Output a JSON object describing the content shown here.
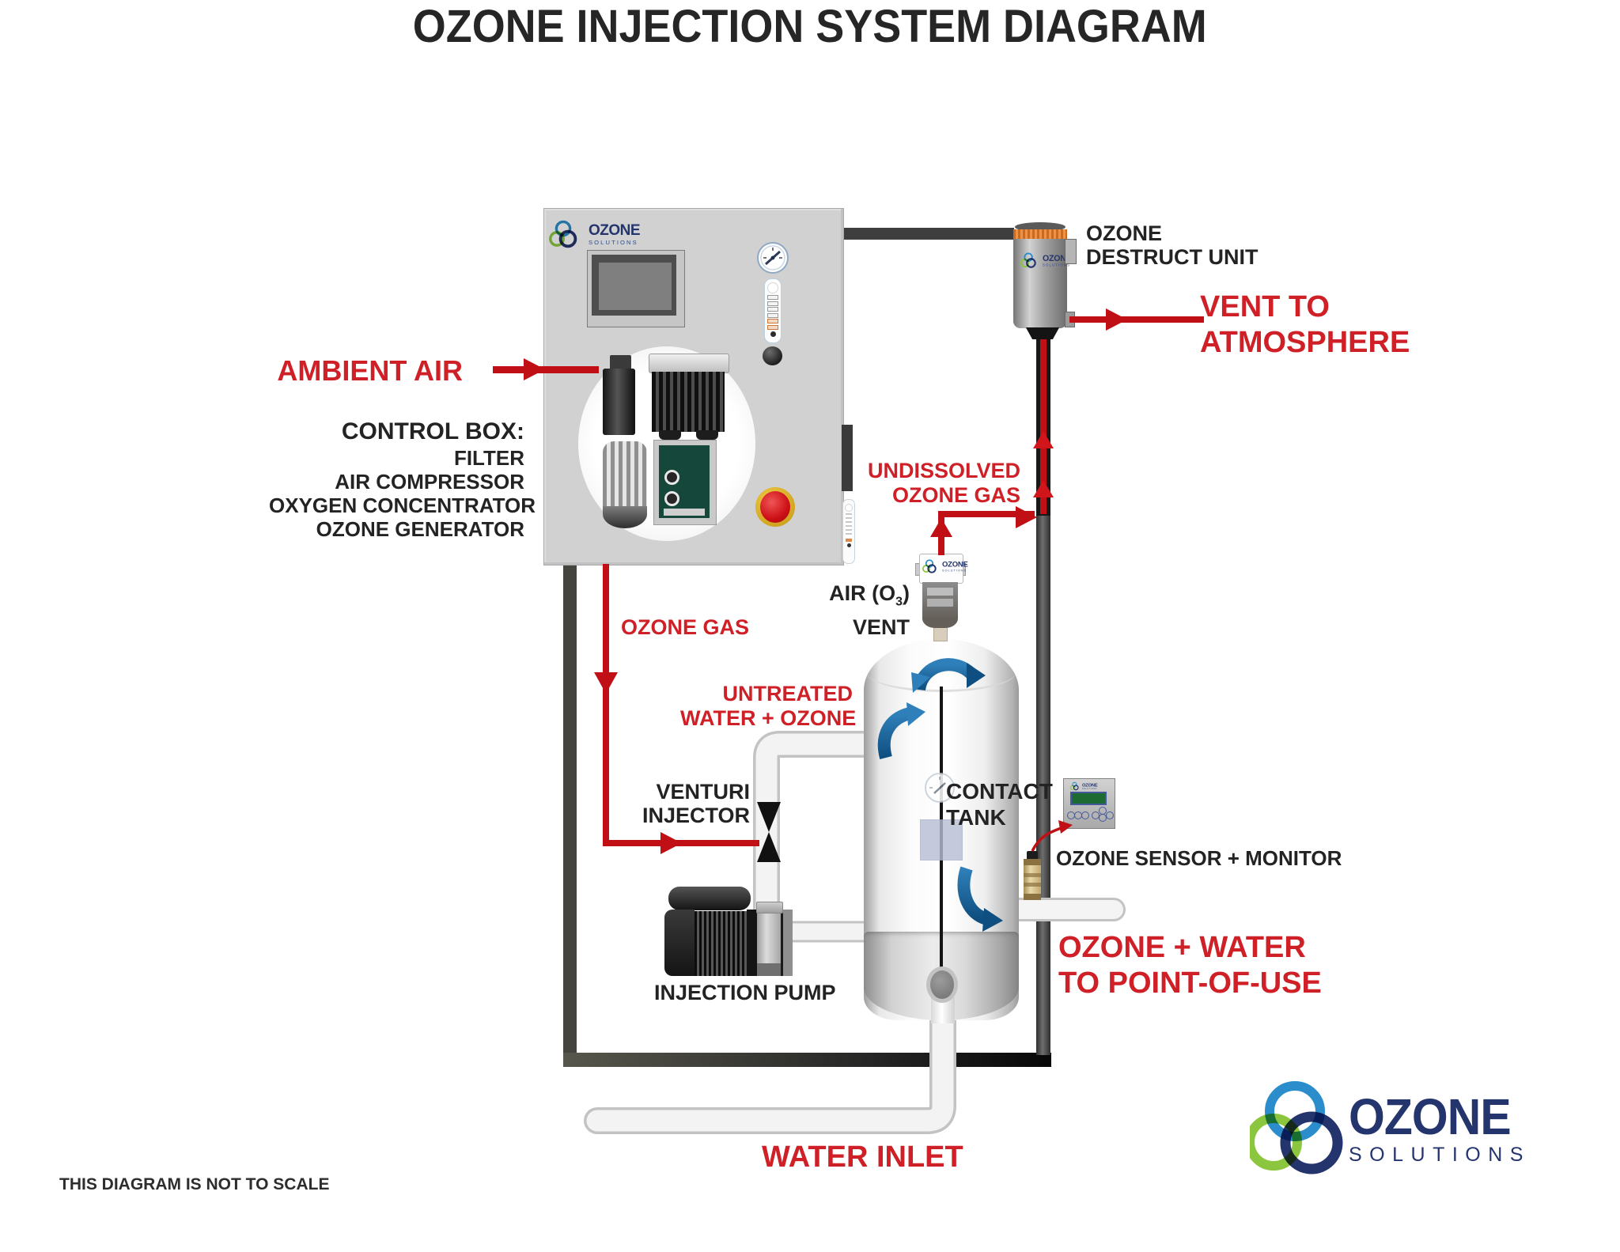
{
  "title": "OZONE INJECTION SYSTEM DIAGRAM",
  "footnote": "THIS DIAGRAM IS NOT TO SCALE",
  "brand": {
    "name": "OZONE",
    "sub": "SOLUTIONS"
  },
  "labels": {
    "ambient_air": "AMBIENT AIR",
    "control_box_title": "CONTROL BOX:",
    "control_box_items": [
      "FILTER",
      "AIR COMPRESSOR",
      "OXYGEN CONCENTRATOR",
      "OZONE GENERATOR"
    ],
    "destruct_line1": "OZONE",
    "destruct_line2": "DESTRUCT UNIT",
    "vent_line1": "VENT TO",
    "vent_line2": "ATMOSPHERE",
    "undissolved_line1": "UNDISSOLVED",
    "undissolved_line2": "OZONE GAS",
    "air_vent_pre": "AIR (O",
    "air_vent_sub": "3",
    "air_vent_post": ")",
    "air_vent_line2": "VENT",
    "ozone_gas": "OZONE GAS",
    "untreated_line1": "UNTREATED",
    "untreated_line2": "WATER + OZONE",
    "venturi_line1": "VENTURI",
    "venturi_line2": "INJECTOR",
    "contact_line1": "CONTACT",
    "contact_line2": "TANK",
    "sensor_monitor": "OZONE SENSOR + MONITOR",
    "point_of_use_line1": "OZONE + WATER",
    "point_of_use_line2": "TO POINT-OF-USE",
    "injection_pump": "INJECTION PUMP",
    "water_inlet": "WATER INLET"
  },
  "colors": {
    "red_line": "#c01015",
    "red_text": "#d02027",
    "pipe_dark": "#454545",
    "brand_navy": "#24356e",
    "brand_blue": "#2b8dcb",
    "brand_green": "#8cc63f",
    "destruct_orange": "#e07a2c",
    "mix_arrow_blue": "#1f6aa8",
    "generator_green": "#15473a"
  }
}
